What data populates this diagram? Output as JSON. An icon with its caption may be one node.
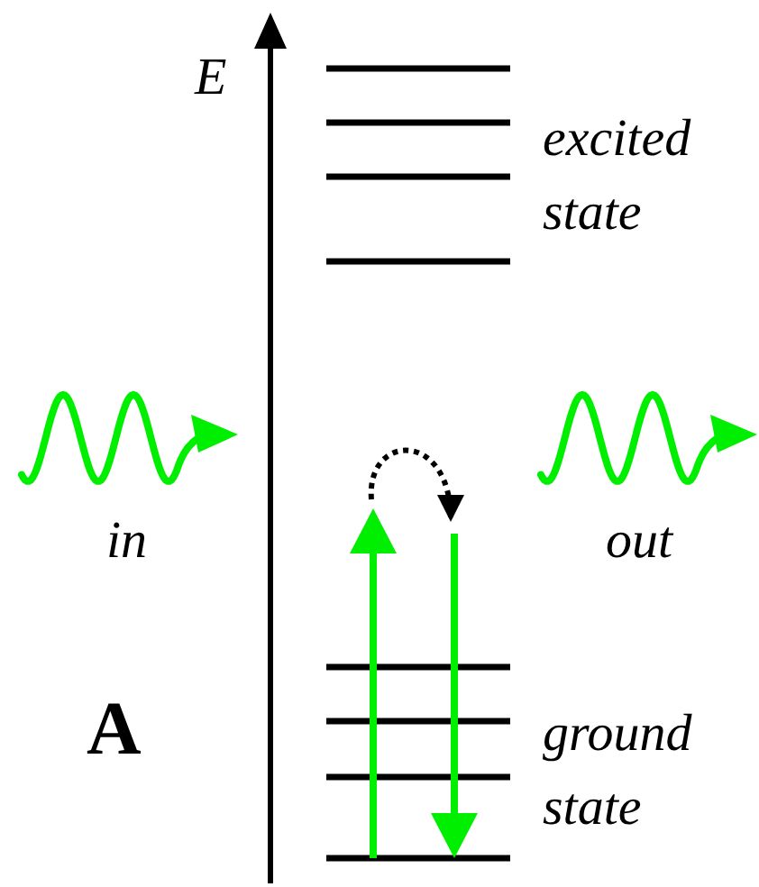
{
  "diagram": {
    "labels": [
      "E",
      "excited state",
      "in",
      "out",
      "A",
      "ground state"
    ]
  }
}
